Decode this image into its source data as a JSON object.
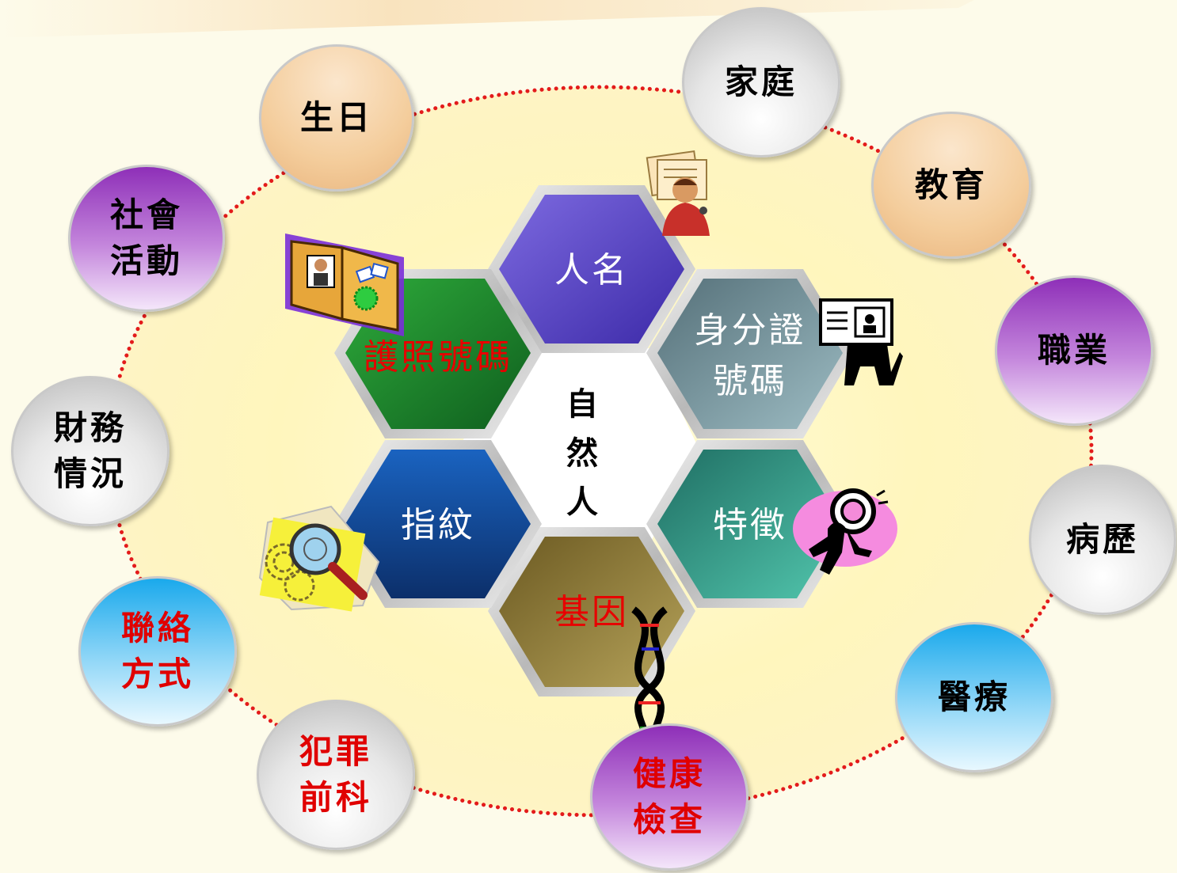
{
  "center": {
    "label": "自\n然\n人"
  },
  "hexagons": [
    {
      "id": "name",
      "label": "人名",
      "color": "#5b46c8"
    },
    {
      "id": "id-number",
      "label": "身分證\n號碼",
      "color": "#6f8c95"
    },
    {
      "id": "feature",
      "label": "特徵",
      "color": "#2f9a86"
    },
    {
      "id": "gene",
      "label": "基因",
      "color": "#8a7a3a",
      "label_color": "#e80000"
    },
    {
      "id": "fingerprint",
      "label": "指紋",
      "color": "#1450a0"
    },
    {
      "id": "passport",
      "label": "護照號碼",
      "color": "#1f8a30",
      "label_color": "#e80000"
    }
  ],
  "bubbles": [
    {
      "id": "birthday",
      "label": "生日",
      "style": "tan"
    },
    {
      "id": "family",
      "label": "家庭",
      "style": "gray"
    },
    {
      "id": "education",
      "label": "教育",
      "style": "tan"
    },
    {
      "id": "social",
      "label": "社會\n活動",
      "style": "purple"
    },
    {
      "id": "occupation",
      "label": "職業",
      "style": "purple"
    },
    {
      "id": "finance",
      "label": "財務\n情況",
      "style": "gray"
    },
    {
      "id": "medical-history",
      "label": "病歷",
      "style": "gray"
    },
    {
      "id": "contact",
      "label": "聯絡\n方式",
      "style": "blue",
      "red": true
    },
    {
      "id": "medical",
      "label": "醫療",
      "style": "blue"
    },
    {
      "id": "criminal",
      "label": "犯罪\n前科",
      "style": "gray",
      "red": true
    },
    {
      "id": "health-check",
      "label": "健康\n檢查",
      "style": "purple",
      "red": true
    }
  ],
  "clipart": [
    {
      "id": "passport",
      "icon": "passport-book-icon"
    },
    {
      "id": "profile",
      "icon": "person-with-files-icon"
    },
    {
      "id": "id-card",
      "icon": "id-card-person-icon"
    },
    {
      "id": "detective",
      "icon": "detective-magnifier-icon"
    },
    {
      "id": "fingerprint",
      "icon": "fingerprint-magnifier-icon"
    },
    {
      "id": "dna",
      "icon": "dna-helix-icon"
    }
  ],
  "colors": {
    "dotted_ring": "#e31b1b",
    "ellipse_fill": "#fff8c4",
    "background": "#fdfbea"
  }
}
